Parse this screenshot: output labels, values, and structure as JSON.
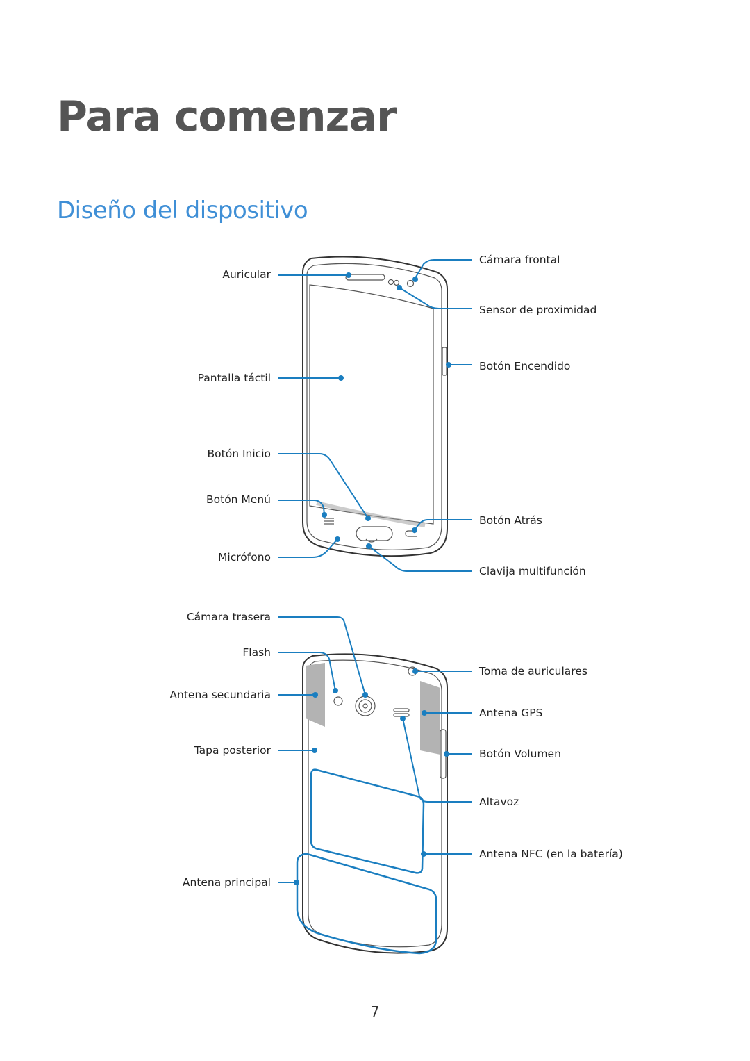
{
  "page": {
    "chapter_title": "Para comenzar",
    "section_title": "Diseño del dispositivo",
    "page_number": "7"
  },
  "front": {
    "left_labels": {
      "auricular": "Auricular",
      "pantalla": "Pantalla táctil",
      "inicio": "Botón Inicio",
      "menu": "Botón Menú",
      "microfono": "Micrófono"
    },
    "right_labels": {
      "camara_frontal": "Cámara frontal",
      "sensor": "Sensor de proximidad",
      "encendido": "Botón Encendido",
      "atras": "Botón Atrás",
      "clavija": "Clavija multifunción"
    }
  },
  "back": {
    "left_labels": {
      "camara_trasera": "Cámara trasera",
      "flash": "Flash",
      "antena_secundaria": "Antena secundaria",
      "tapa": "Tapa posterior",
      "antena_principal": "Antena principal"
    },
    "right_labels": {
      "toma": "Toma de auriculares",
      "gps": "Antena GPS",
      "volumen": "Botón Volumen",
      "altavoz": "Altavoz",
      "nfc": "Antena NFC (en la batería)"
    }
  },
  "colors": {
    "callout": "#1a7ec0",
    "section_title": "#3f8fd6",
    "chapter_title": "#555555",
    "antenna_fill": "#b3b3b3"
  }
}
